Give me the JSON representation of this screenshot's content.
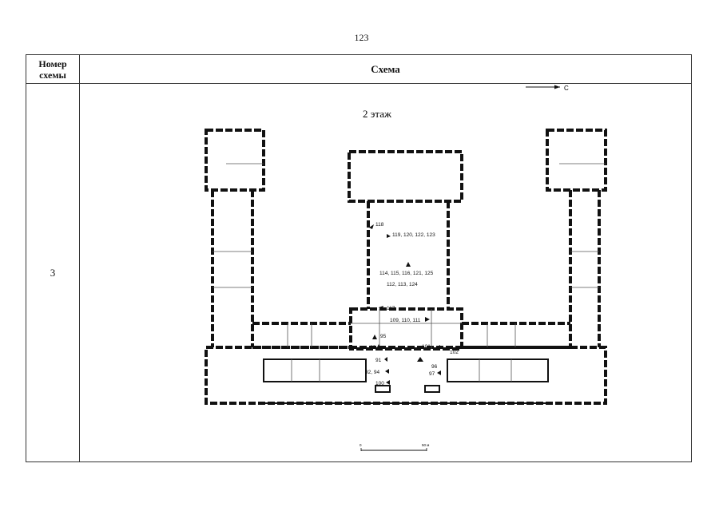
{
  "page": {
    "number": "123"
  },
  "table": {
    "header_num": "Номер схемы",
    "header_scheme": "Схема",
    "row_num": "3"
  },
  "plan": {
    "north_label": "С",
    "floor_label": "2 этаж",
    "scale_zero": "0",
    "scale_end": "50 м",
    "markers": {
      "m118": "118",
      "m119": "119, 120, 122, 123",
      "m114": "114, 115, 116, 121, 125",
      "m112": "112,  113, 124",
      "m117": "117",
      "m109": "109, 110, 111",
      "m95": "95",
      "m89": "89",
      "m101": "101",
      "m102": "102",
      "m91": "91",
      "m96": "96",
      "m92": "92, 94",
      "m97": "97",
      "m100": "100"
    }
  }
}
